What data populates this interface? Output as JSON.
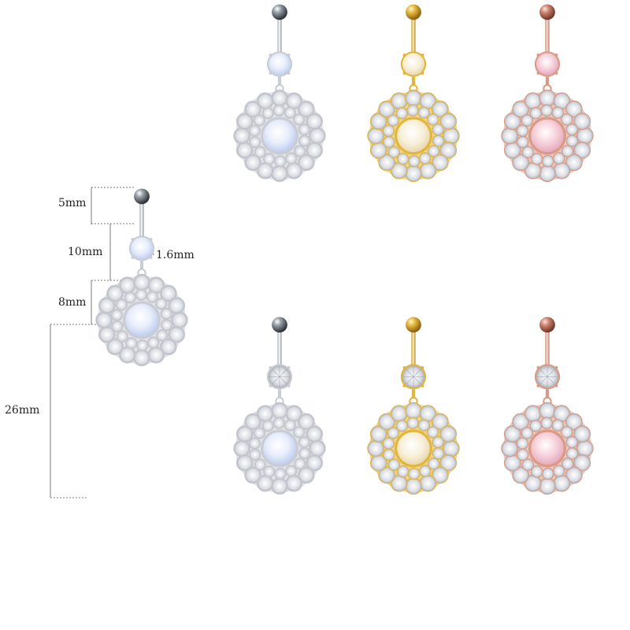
{
  "dimensions": {
    "ball": "5mm",
    "bar_length": "10mm",
    "bar_gauge": "1.6mm",
    "gem": "8mm",
    "dangle": "26mm"
  },
  "metal_colors": {
    "silver": "#c9ccd2",
    "gold": "#e2b53c",
    "rose_gold": "#d99a86"
  },
  "opal_colors": {
    "white_blue": "#dbe6f6",
    "cream": "#f5ecd2",
    "pink": "#f3c6d2"
  },
  "variants": [
    {
      "metal": "silver",
      "top_gem": "opal",
      "opal": "white_blue"
    },
    {
      "metal": "gold",
      "top_gem": "opal",
      "opal": "cream"
    },
    {
      "metal": "rose_gold",
      "top_gem": "opal",
      "opal": "pink"
    },
    {
      "metal": "silver",
      "top_gem": "clear-crystal",
      "opal": "white_blue"
    },
    {
      "metal": "gold",
      "top_gem": "clear-crystal",
      "opal": "cream"
    },
    {
      "metal": "rose_gold",
      "top_gem": "clear-crystal",
      "opal": "pink"
    }
  ]
}
